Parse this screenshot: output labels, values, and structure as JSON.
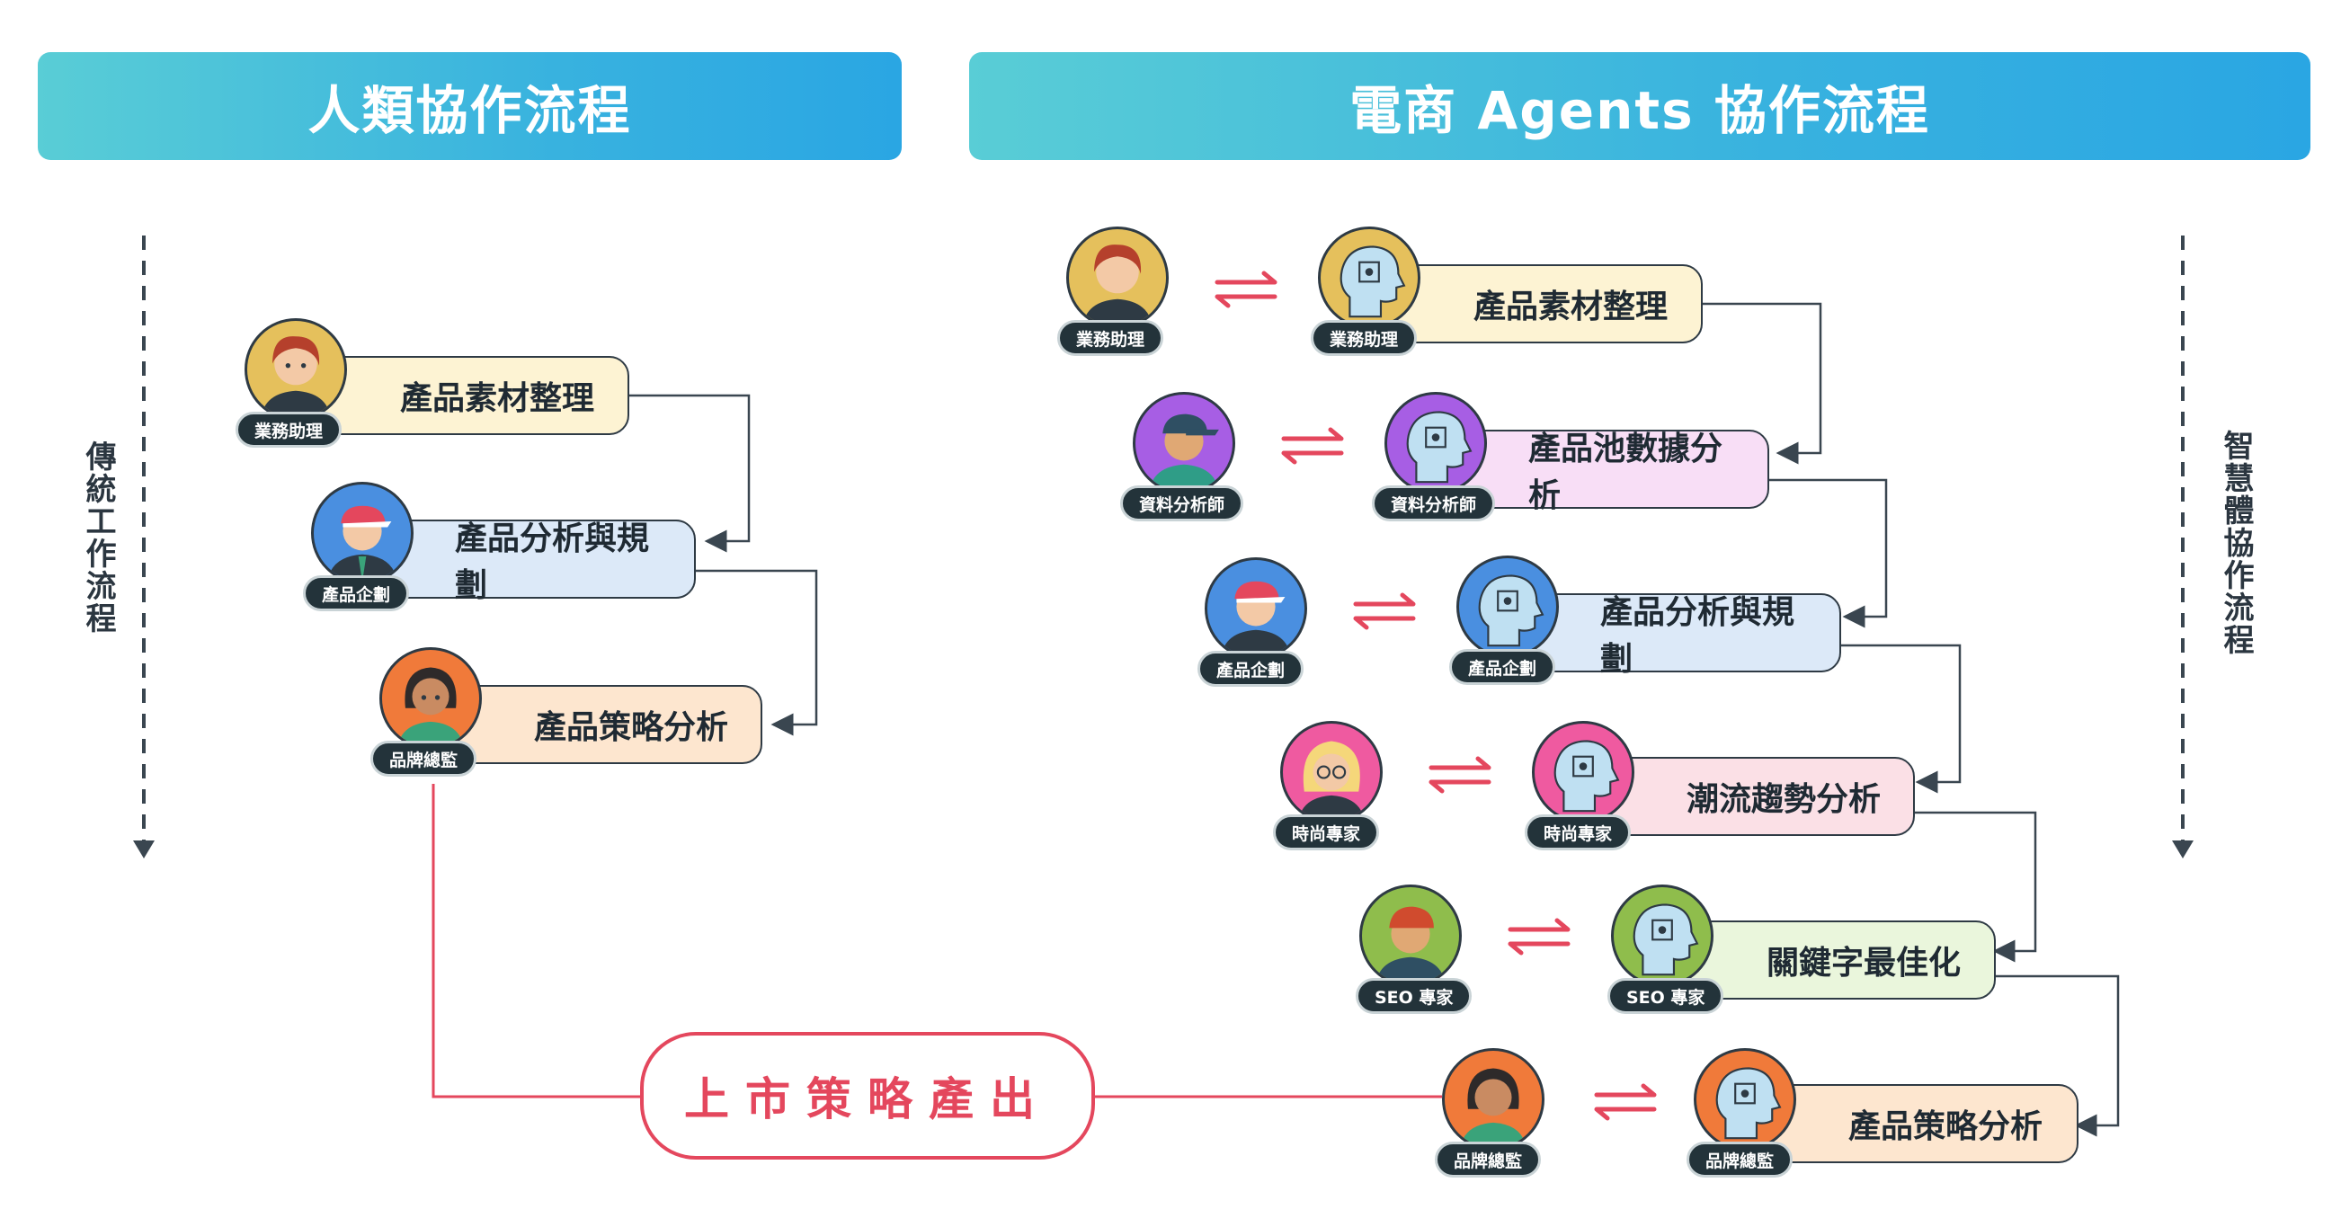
{
  "headers": {
    "left": "人類協作流程",
    "right": "電商 Agents 協作流程"
  },
  "side_labels": {
    "left": "傳統工作流程",
    "right": "智慧體協作流程"
  },
  "human_flow": [
    {
      "task": "產品素材整理",
      "role": "業務助理",
      "card_color": "#fdf3d3",
      "avatar_color": "#e5c05c"
    },
    {
      "task": "產品分析與規劃",
      "role": "產品企劃",
      "card_color": "#dce9f8",
      "avatar_color": "#4a8fe0"
    },
    {
      "task": "產品策略分析",
      "role": "品牌總監",
      "card_color": "#fde6cf",
      "avatar_color": "#f07a3a"
    }
  ],
  "agent_flow": [
    {
      "task": "產品素材整理",
      "role": "業務助理",
      "card_color": "#fdf3d3",
      "agent_color": "#e5c05c",
      "human_color": "#e5c05c"
    },
    {
      "task": "產品池數據分析",
      "role": "資料分析師",
      "card_color": "#f8def6",
      "agent_color": "#a75ee4",
      "human_color": "#a75ee4"
    },
    {
      "task": "產品分析與規劃",
      "role": "產品企劃",
      "card_color": "#dce9f8",
      "agent_color": "#4a8fe0",
      "human_color": "#4a8fe0"
    },
    {
      "task": "潮流趨勢分析",
      "role": "時尚專家",
      "card_color": "#fbe0e6",
      "agent_color": "#ef5aa0",
      "human_color": "#ef5aa0"
    },
    {
      "task": "關鍵字最佳化",
      "role": "SEO 專家",
      "card_color": "#eaf6dc",
      "agent_color": "#8fbd4c",
      "human_color": "#8fbd4c"
    },
    {
      "task": "產品策略分析",
      "role": "品牌總監",
      "card_color": "#fde6cf",
      "agent_color": "#f07a3a",
      "human_color": "#f07a3a"
    }
  ],
  "output": {
    "label": "上市策略產出"
  },
  "colors": {
    "accent_red": "#e4475d",
    "line_dark": "#3a4650",
    "dashed": "#3a4650"
  },
  "icons": {
    "exchange": "bidirectional-arrow-icon",
    "agent": "ai-brain-icon",
    "person": "person-avatar-icon"
  }
}
